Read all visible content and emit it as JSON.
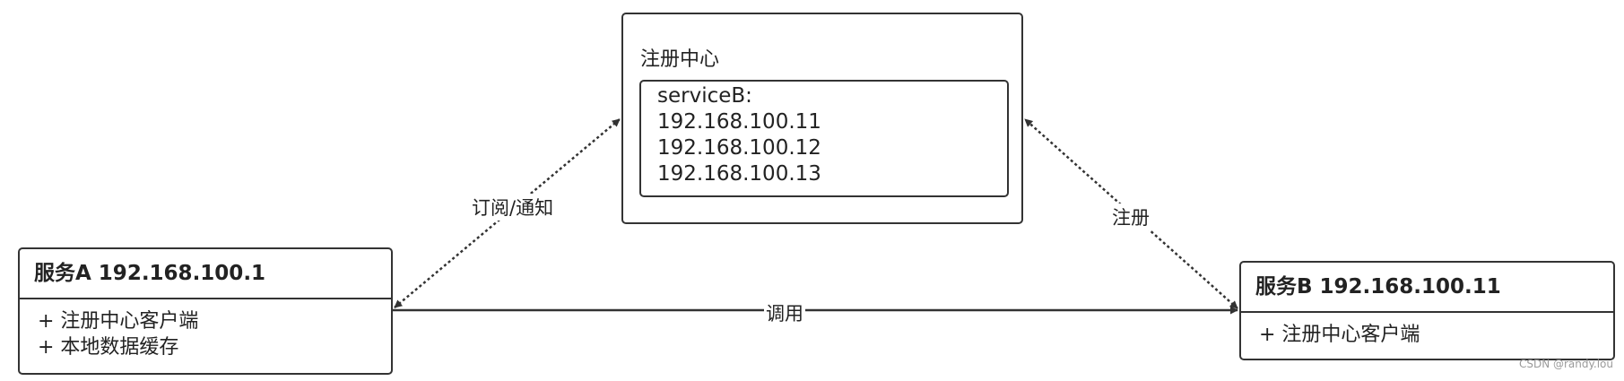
{
  "nodes": {
    "service_a": {
      "title": "服务A 192.168.100.1",
      "items": [
        "+ 注册中心客户端",
        "+ 本地数据缓存"
      ]
    },
    "service_b": {
      "title": "服务B 192.168.100.11",
      "items": [
        "+ 注册中心客户端"
      ]
    },
    "registry": {
      "title": "注册中心",
      "entries": [
        "serviceB:",
        "192.168.100.11",
        "192.168.100.12",
        "192.168.100.13"
      ]
    }
  },
  "edges": {
    "subscribe_notify": {
      "label": "订阅/通知",
      "style": "dotted",
      "arrows": "both"
    },
    "register": {
      "label": "注册",
      "style": "dotted",
      "arrows": "both"
    },
    "invoke": {
      "label": "调用",
      "style": "solid",
      "arrows": "end"
    }
  },
  "watermark": "CSDN @randy.lou",
  "colors": {
    "line": "#333333",
    "background": "#ffffff",
    "watermark": "#9a9a9a"
  }
}
